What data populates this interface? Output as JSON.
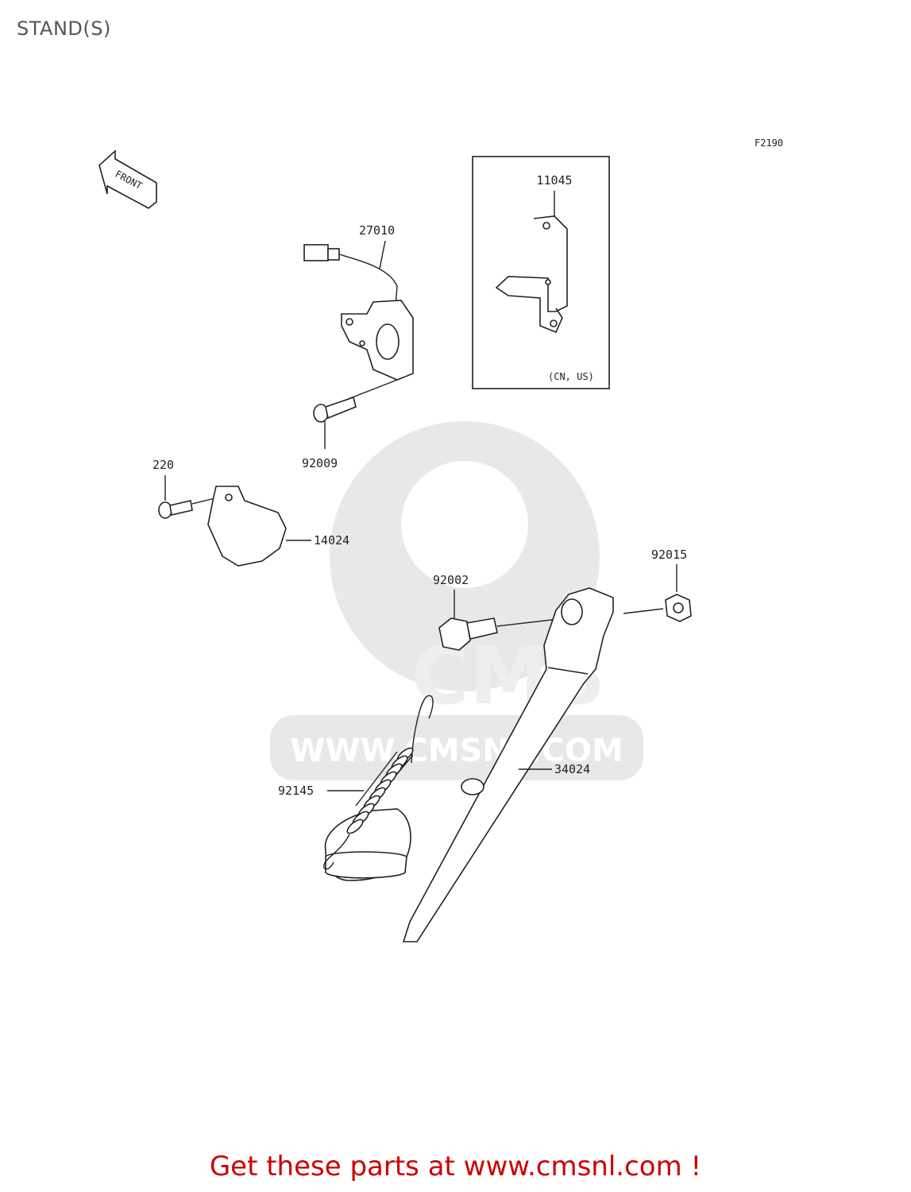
{
  "page": {
    "title": "STAND(S)",
    "footer": "Get these parts at www.cmsnl.com !"
  },
  "diagram": {
    "figure_code": "F2190",
    "front_marker": "FRONT",
    "inset_note": "(CN, US)",
    "watermark": {
      "logo_text": "CMS",
      "url_text": "WWW.CMSNL.COM"
    },
    "parts": [
      {
        "id": "11045",
        "label": "11045"
      },
      {
        "id": "27010",
        "label": "27010"
      },
      {
        "id": "92009",
        "label": "92009"
      },
      {
        "id": "220",
        "label": "220"
      },
      {
        "id": "14024",
        "label": "14024"
      },
      {
        "id": "92015",
        "label": "92015"
      },
      {
        "id": "92002",
        "label": "92002"
      },
      {
        "id": "34024",
        "label": "34024"
      },
      {
        "id": "92145",
        "label": "92145"
      }
    ]
  }
}
